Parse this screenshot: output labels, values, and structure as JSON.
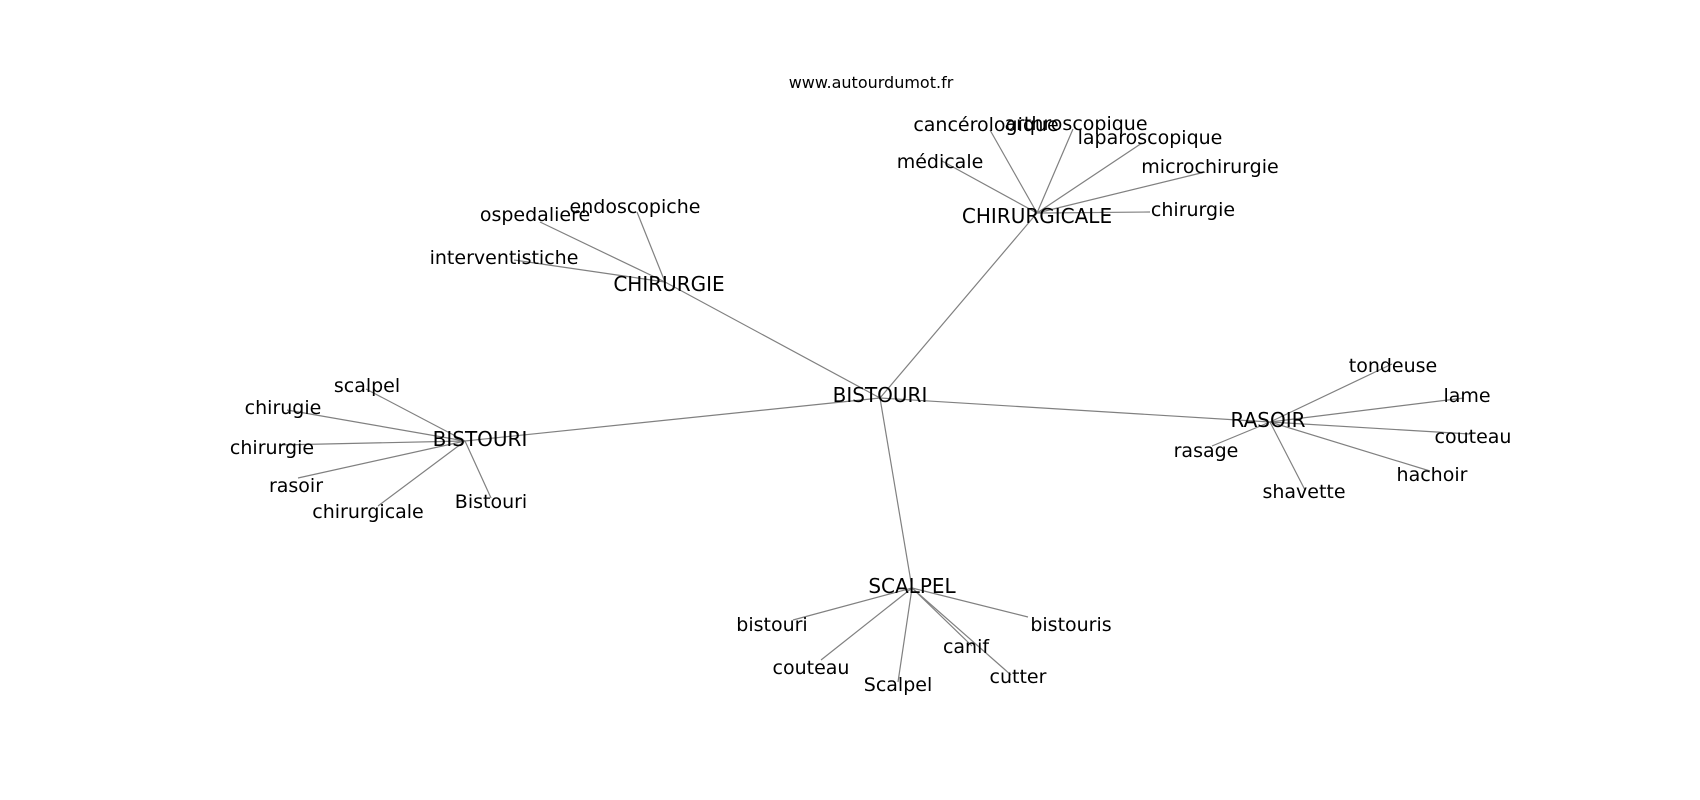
{
  "site": "www.autourdumot.fr",
  "graph": {
    "center": {
      "id": "c",
      "label": "BISTOURI"
    },
    "groups": [
      {
        "id": "chirurgicale",
        "label": "CHIRURGICALE",
        "leaves": [
          "cancérologique",
          "arthroscopique",
          "laparoscopique",
          "médicale",
          "microchirurgie",
          "chirurgie"
        ]
      },
      {
        "id": "chirurgie",
        "label": "CHIRURGIE",
        "leaves": [
          "ospedaliere",
          "endoscopiche",
          "interventistiche"
        ]
      },
      {
        "id": "bistouri",
        "label": "BISTOURI",
        "leaves": [
          "scalpel",
          "chirugie",
          "chirurgie",
          "rasoir",
          "chirurgicale",
          "Bistouri"
        ]
      },
      {
        "id": "rasoir",
        "label": "RASOIR",
        "leaves": [
          "tondeuse",
          "lame",
          "couteau",
          "rasage",
          "hachoir",
          "shavette"
        ]
      },
      {
        "id": "scalpel",
        "label": "SCALPEL",
        "leaves": [
          "bistouri",
          "bistouris",
          "canif",
          "couteau",
          "Scalpel",
          "cutter"
        ]
      }
    ]
  }
}
